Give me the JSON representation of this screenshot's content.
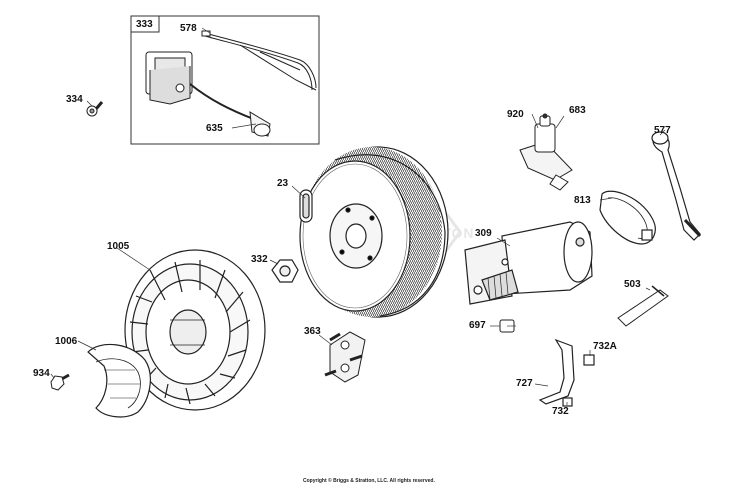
{
  "diagram": {
    "watermark": "BRIGGS & STRATTON",
    "copyright": "Copyright © Briggs & Stratton, LLC. All rights reserved.",
    "callouts": [
      {
        "id": "333",
        "label": "333"
      },
      {
        "id": "578",
        "label": "578"
      },
      {
        "id": "635",
        "label": "635"
      },
      {
        "id": "334",
        "label": "334"
      },
      {
        "id": "23",
        "label": "23"
      },
      {
        "id": "920",
        "label": "920"
      },
      {
        "id": "683",
        "label": "683"
      },
      {
        "id": "577",
        "label": "577"
      },
      {
        "id": "813",
        "label": "813"
      },
      {
        "id": "309",
        "label": "309"
      },
      {
        "id": "1005",
        "label": "1005"
      },
      {
        "id": "332",
        "label": "332"
      },
      {
        "id": "503",
        "label": "503"
      },
      {
        "id": "697",
        "label": "697"
      },
      {
        "id": "363",
        "label": "363"
      },
      {
        "id": "1006",
        "label": "1006"
      },
      {
        "id": "732A",
        "label": "732A"
      },
      {
        "id": "934",
        "label": "934"
      },
      {
        "id": "727",
        "label": "727"
      },
      {
        "id": "732",
        "label": "732"
      }
    ]
  }
}
